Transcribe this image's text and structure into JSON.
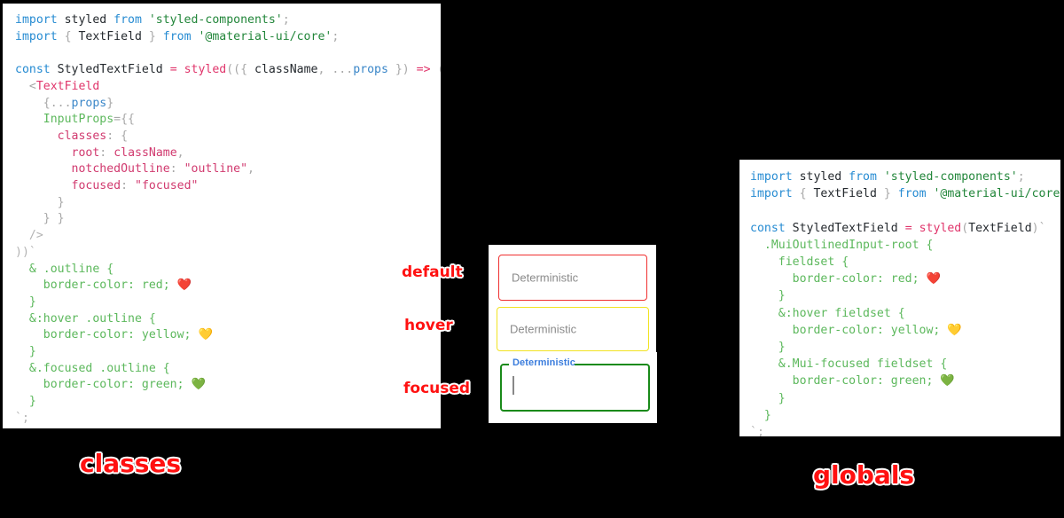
{
  "left_panel": {
    "name": "classes-code-panel",
    "caption": "classes",
    "code_lines": [
      [
        {
          "t": "import ",
          "c": "kw"
        },
        {
          "t": "styled ",
          "c": "plain"
        },
        {
          "t": "from ",
          "c": "kw"
        },
        {
          "t": "'styled-components'",
          "c": "str"
        },
        {
          "t": ";",
          "c": "punc"
        }
      ],
      [
        {
          "t": "import ",
          "c": "kw"
        },
        {
          "t": "{ ",
          "c": "punc"
        },
        {
          "t": "TextField",
          "c": "plain"
        },
        {
          "t": " } ",
          "c": "punc"
        },
        {
          "t": "from ",
          "c": "kw"
        },
        {
          "t": "'@material-ui/core'",
          "c": "str"
        },
        {
          "t": ";",
          "c": "punc"
        }
      ],
      [
        {
          "t": "",
          "c": "plain"
        }
      ],
      [
        {
          "t": "const ",
          "c": "kw"
        },
        {
          "t": "StyledTextField ",
          "c": "plain"
        },
        {
          "t": "= ",
          "c": "op"
        },
        {
          "t": "styled",
          "c": "fn"
        },
        {
          "t": "((",
          "c": "punc"
        },
        {
          "t": "{ ",
          "c": "punc"
        },
        {
          "t": "className",
          "c": "plain"
        },
        {
          "t": ", ",
          "c": "punc"
        },
        {
          "t": "...",
          "c": "punc"
        },
        {
          "t": "props",
          "c": "var"
        },
        {
          "t": " }) ",
          "c": "punc"
        },
        {
          "t": "=> ",
          "c": "op"
        },
        {
          "t": "(",
          "c": "punc"
        }
      ],
      [
        {
          "t": "  <",
          "c": "punc"
        },
        {
          "t": "TextField",
          "c": "tag"
        }
      ],
      [
        {
          "t": "    {",
          "c": "punc"
        },
        {
          "t": "...",
          "c": "punc"
        },
        {
          "t": "props",
          "c": "var"
        },
        {
          "t": "}",
          "c": "punc"
        }
      ],
      [
        {
          "t": "    ",
          "c": "plain"
        },
        {
          "t": "InputProps",
          "c": "attr"
        },
        {
          "t": "={{",
          "c": "punc"
        }
      ],
      [
        {
          "t": "      ",
          "c": "plain"
        },
        {
          "t": "classes",
          "c": "prop"
        },
        {
          "t": ": {",
          "c": "punc"
        }
      ],
      [
        {
          "t": "        ",
          "c": "plain"
        },
        {
          "t": "root",
          "c": "prop"
        },
        {
          "t": ": ",
          "c": "punc"
        },
        {
          "t": "className",
          "c": "prop"
        },
        {
          "t": ",",
          "c": "punc"
        }
      ],
      [
        {
          "t": "        ",
          "c": "plain"
        },
        {
          "t": "notchedOutline",
          "c": "prop"
        },
        {
          "t": ": ",
          "c": "punc"
        },
        {
          "t": "\"outline\"",
          "c": "prop"
        },
        {
          "t": ",",
          "c": "punc"
        }
      ],
      [
        {
          "t": "        ",
          "c": "plain"
        },
        {
          "t": "focused",
          "c": "prop"
        },
        {
          "t": ": ",
          "c": "punc"
        },
        {
          "t": "\"focused\"",
          "c": "prop"
        }
      ],
      [
        {
          "t": "      }",
          "c": "punc"
        }
      ],
      [
        {
          "t": "    } }",
          "c": "punc"
        }
      ],
      [
        {
          "t": "  />",
          "c": "grey"
        }
      ],
      [
        {
          "t": "))`",
          "c": "grey"
        }
      ],
      [
        {
          "t": "  & .outline {",
          "c": "css"
        }
      ],
      [
        {
          "t": "    border-color: red; ",
          "c": "css"
        },
        {
          "t": "❤️",
          "c": "emoji"
        }
      ],
      [
        {
          "t": "  }",
          "c": "css"
        }
      ],
      [
        {
          "t": "  &:hover .outline {",
          "c": "css"
        }
      ],
      [
        {
          "t": "    border-color: yellow; ",
          "c": "css"
        },
        {
          "t": "💛",
          "c": "emoji"
        }
      ],
      [
        {
          "t": "  }",
          "c": "css"
        }
      ],
      [
        {
          "t": "  &.focused .outline {",
          "c": "css"
        }
      ],
      [
        {
          "t": "    border-color: green; ",
          "c": "css"
        },
        {
          "t": "💚",
          "c": "emoji"
        }
      ],
      [
        {
          "t": "  }",
          "c": "css"
        }
      ],
      [
        {
          "t": "`;",
          "c": "grey"
        }
      ]
    ]
  },
  "right_panel": {
    "name": "globals-code-panel",
    "caption": "globals",
    "code_lines": [
      [
        {
          "t": "import ",
          "c": "kw"
        },
        {
          "t": "styled ",
          "c": "plain"
        },
        {
          "t": "from ",
          "c": "kw"
        },
        {
          "t": "'styled-components'",
          "c": "str"
        },
        {
          "t": ";",
          "c": "punc"
        }
      ],
      [
        {
          "t": "import ",
          "c": "kw"
        },
        {
          "t": "{ ",
          "c": "punc"
        },
        {
          "t": "TextField",
          "c": "plain"
        },
        {
          "t": " } ",
          "c": "punc"
        },
        {
          "t": "from ",
          "c": "kw"
        },
        {
          "t": "'@material-ui/core'",
          "c": "str"
        },
        {
          "t": ";",
          "c": "punc"
        }
      ],
      [
        {
          "t": "",
          "c": "plain"
        }
      ],
      [
        {
          "t": "const ",
          "c": "kw"
        },
        {
          "t": "StyledTextField ",
          "c": "plain"
        },
        {
          "t": "= ",
          "c": "op"
        },
        {
          "t": "styled",
          "c": "fn"
        },
        {
          "t": "(",
          "c": "punc"
        },
        {
          "t": "TextField",
          "c": "plain"
        },
        {
          "t": ")`",
          "c": "punc"
        }
      ],
      [
        {
          "t": "  .MuiOutlinedInput-root {",
          "c": "css"
        }
      ],
      [
        {
          "t": "    fieldset {",
          "c": "css"
        }
      ],
      [
        {
          "t": "      border-color: red; ",
          "c": "css"
        },
        {
          "t": "❤️",
          "c": "emoji"
        }
      ],
      [
        {
          "t": "    }",
          "c": "css"
        }
      ],
      [
        {
          "t": "    &:hover fieldset {",
          "c": "css"
        }
      ],
      [
        {
          "t": "      border-color: yellow; ",
          "c": "css"
        },
        {
          "t": "💛",
          "c": "emoji"
        }
      ],
      [
        {
          "t": "    }",
          "c": "css"
        }
      ],
      [
        {
          "t": "    &.Mui-focused fieldset {",
          "c": "css"
        }
      ],
      [
        {
          "t": "      border-color: green; ",
          "c": "css"
        },
        {
          "t": "💚",
          "c": "emoji"
        }
      ],
      [
        {
          "t": "    }",
          "c": "css"
        }
      ],
      [
        {
          "t": "  }",
          "c": "css"
        }
      ],
      [
        {
          "t": "`;",
          "c": "grey"
        }
      ]
    ]
  },
  "demo": {
    "states": [
      {
        "key": "default",
        "annotation": "default",
        "field_label": "Deterministic",
        "border_color": "#f03030",
        "label_color": "#8a8a8a"
      },
      {
        "key": "hover",
        "annotation": "hover",
        "field_label": "Deterministic",
        "border_color": "#f2e321",
        "label_color": "#8a8a8a"
      },
      {
        "key": "focused",
        "annotation": "focused",
        "field_label": "Deterministic",
        "border_color": "#1a8a1a",
        "label_color": "#3b7ddd",
        "value": ""
      }
    ]
  },
  "colors": {
    "background": "#000000",
    "panel": "#ffffff",
    "annotation_text": "#ff1111",
    "annotation_stroke": "#ffffff",
    "red": "#f03030",
    "yellow": "#f2e321",
    "green": "#1a8a1a",
    "focus_label_blue": "#3b7ddd"
  }
}
